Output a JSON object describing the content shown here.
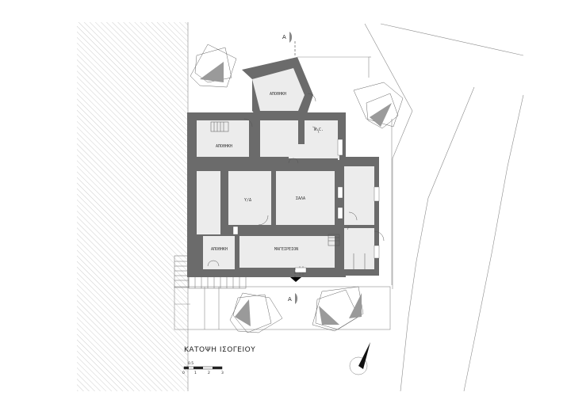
{
  "drawing": {
    "title": "ΚΑΤΟΨΗ ΙΣΟΓΕΙΟΥ",
    "section_mark": "A",
    "scale": {
      "ticks": [
        "0",
        "1",
        "2",
        "3"
      ],
      "top_label": "0.5"
    },
    "rooms": {
      "storage_north": "ΑΠΟΘΗΚΗ",
      "wc": "W.C.",
      "storage_west": "ΑΠΟΘΗΚΗ",
      "bedroom": "Υ/Δ",
      "living": "ΣΑΛΑ",
      "storage_sw": "ΑΠΟΘΗΚΗ",
      "kitchen": "ΜΑΓΕΙΡΕΙΟΝ"
    }
  },
  "colors": {
    "wall": "#6b6b6b",
    "floor": "#ececec",
    "line": "#555555",
    "hatch": "#b9b9b9"
  },
  "icons": [
    "north-arrow-icon",
    "section-marker-icon",
    "tree-icon"
  ]
}
